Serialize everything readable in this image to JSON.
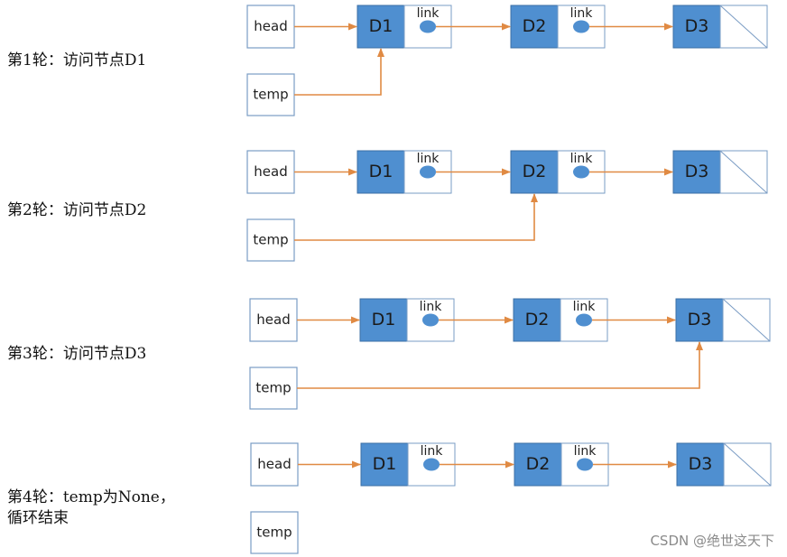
{
  "labels": {
    "head": "head",
    "temp": "temp",
    "link": "link",
    "nodes": [
      "D1",
      "D2",
      "D3"
    ]
  },
  "rounds": [
    {
      "label": "第1轮：访问节点D1",
      "temp_target": "D1"
    },
    {
      "label": "第2轮：访问节点D2",
      "temp_target": "D2"
    },
    {
      "label": "第3轮：访问节点D3",
      "temp_target": "D3"
    },
    {
      "label_line1": "第4轮：temp为None，",
      "label_line2": "循环结束",
      "temp_target": null
    }
  ],
  "watermark": "CSDN @绝世这天下",
  "colors": {
    "node_fill": "#4f8fd0",
    "node_stroke": "#3b6fa6",
    "arrow": "#e08a43",
    "box_stroke": "#7a9cc4",
    "text": "#222222"
  }
}
